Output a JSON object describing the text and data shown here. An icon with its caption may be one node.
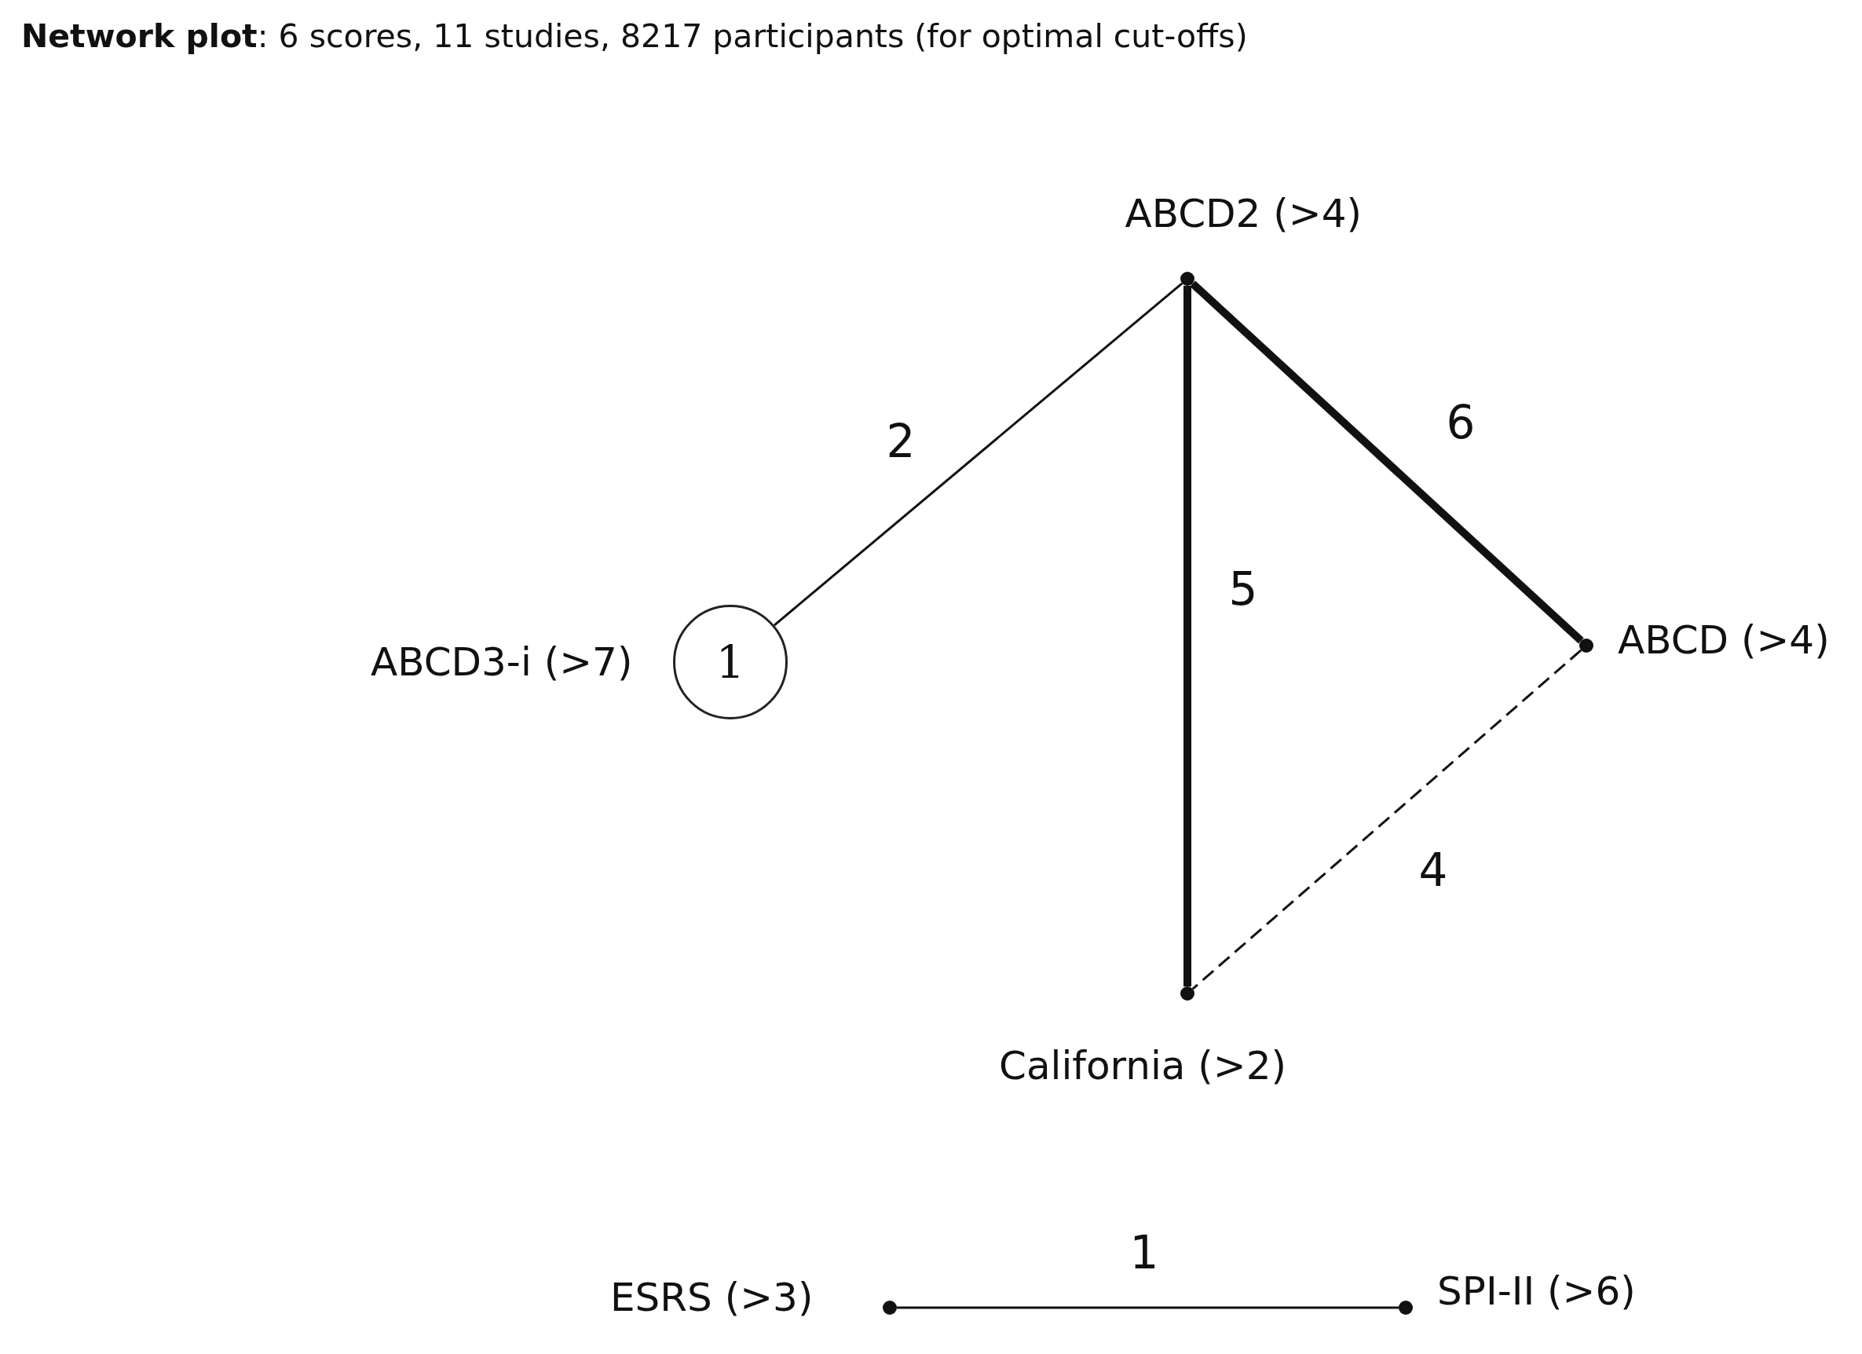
{
  "diagram": {
    "title": "**Network plot**: 6 scores, 11 studies, 8217 participants (for optimal cut-offs)",
    "nodes": [
      {
        "text": [],
        "shape": "circle",
        "beside": [
          "ABCD2 (>4)"
        ]
      },
      {
        "text": [
          "1"
        ],
        "beside": [
          "ABCD3-i (>7)"
        ]
      },
      {
        "text": [],
        "shape": "circle",
        "beside": [
          "ABCD (>4)"
        ]
      },
      {
        "text": [],
        "shape": "circle",
        "beside": [
          "California (>2)"
        ]
      },
      {
        "text": [],
        "shape": "circle",
        "beside": [
          "ESRS (>3)"
        ]
      },
      {
        "text": [],
        "shape": "circle",
        "beside": [
          "SPI-II (>6)"
        ]
      }
    ],
    "edges": [
      {
        "from": 0,
        "to": 1,
        "arrow": "none",
        "label": "2"
      },
      {
        "from": 0,
        "to": 2,
        "arrow": "none",
        "label": "6",
        "style": "thick"
      },
      {
        "from": 0,
        "to": 3,
        "arrow": "none",
        "label": "5",
        "style": "thick"
      },
      {
        "from": 2,
        "to": 3,
        "arrow": "none",
        "label": "4",
        "style": "dashed"
      },
      {
        "from": 4,
        "to": 5,
        "arrow": "none",
        "label": "1"
      }
    ]
  }
}
